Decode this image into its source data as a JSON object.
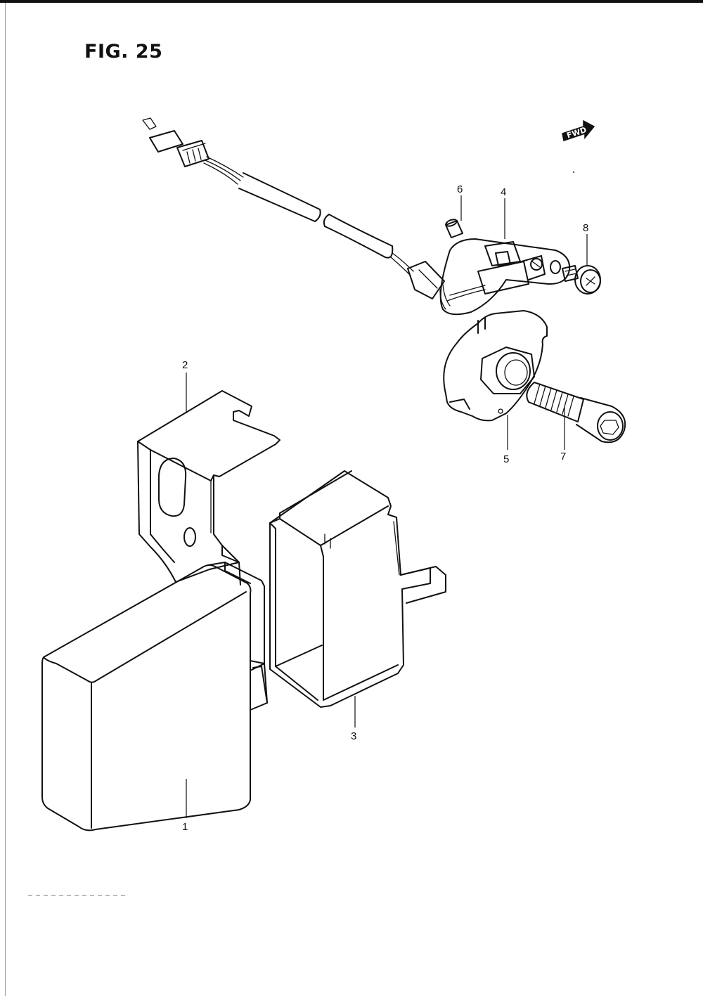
{
  "figure": {
    "title": "FIG. 25"
  },
  "fwd_arrow": {
    "label": "FWD"
  },
  "callouts": {
    "p1": "1",
    "p2": "2",
    "p3": "3",
    "p4": "4",
    "p5": "5",
    "p6": "6",
    "p7": "7",
    "p8": "8"
  },
  "colors": {
    "ink": "#111111",
    "paper": "#ffffff"
  }
}
